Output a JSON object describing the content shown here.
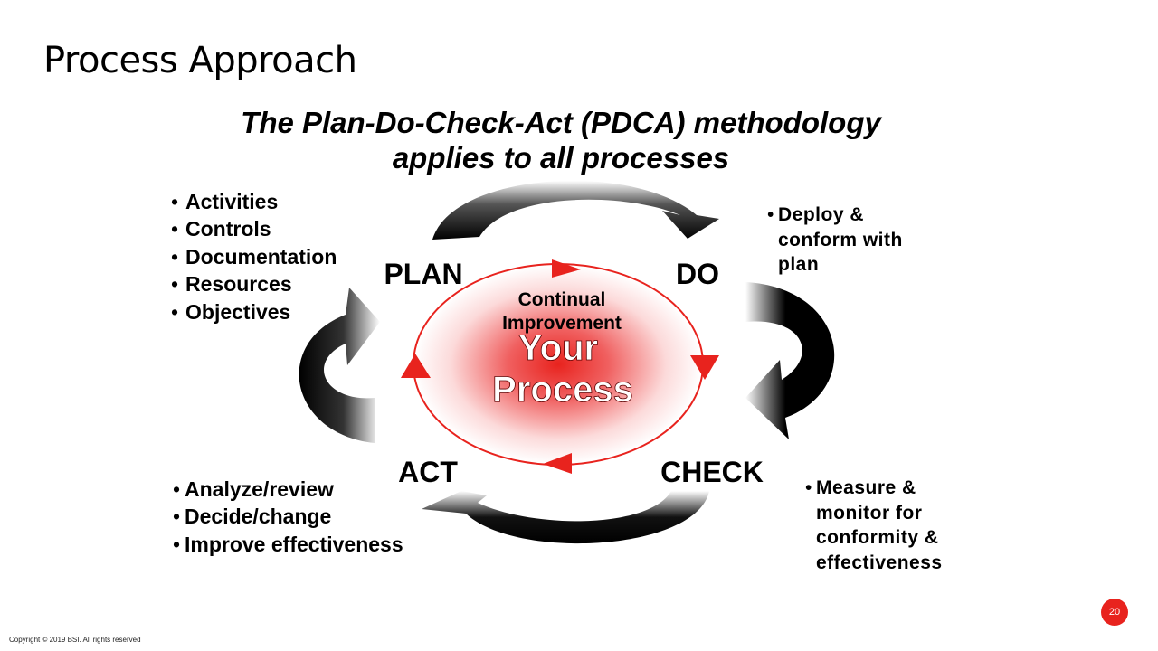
{
  "slide": {
    "title": "Process Approach",
    "subtitle_line1": "The Plan-Do-Check-Act (PDCA) methodology",
    "subtitle_line2": "applies to all processes",
    "page_number": "20",
    "copyright": "Copyright © 2019 BSI. All rights reserved"
  },
  "diagram": {
    "stages": {
      "plan": "PLAN",
      "do": "DO",
      "check": "CHECK",
      "act": "ACT"
    },
    "center_top_line1": "Continual",
    "center_top_line2": "Improvement",
    "center_line1": "Your",
    "center_line2": "Process",
    "colors": {
      "accent_red": "#e8231e",
      "arrow_dark": "#000000"
    }
  },
  "lists": {
    "plan": [
      "Activities",
      "Controls",
      "Documentation",
      "Resources",
      "Objectives"
    ],
    "do": [
      "Deploy & conform with plan"
    ],
    "check": [
      "Measure & monitor for conformity & effectiveness"
    ],
    "act": [
      "Analyze/review",
      "Decide/change",
      "Improve effectiveness"
    ]
  }
}
